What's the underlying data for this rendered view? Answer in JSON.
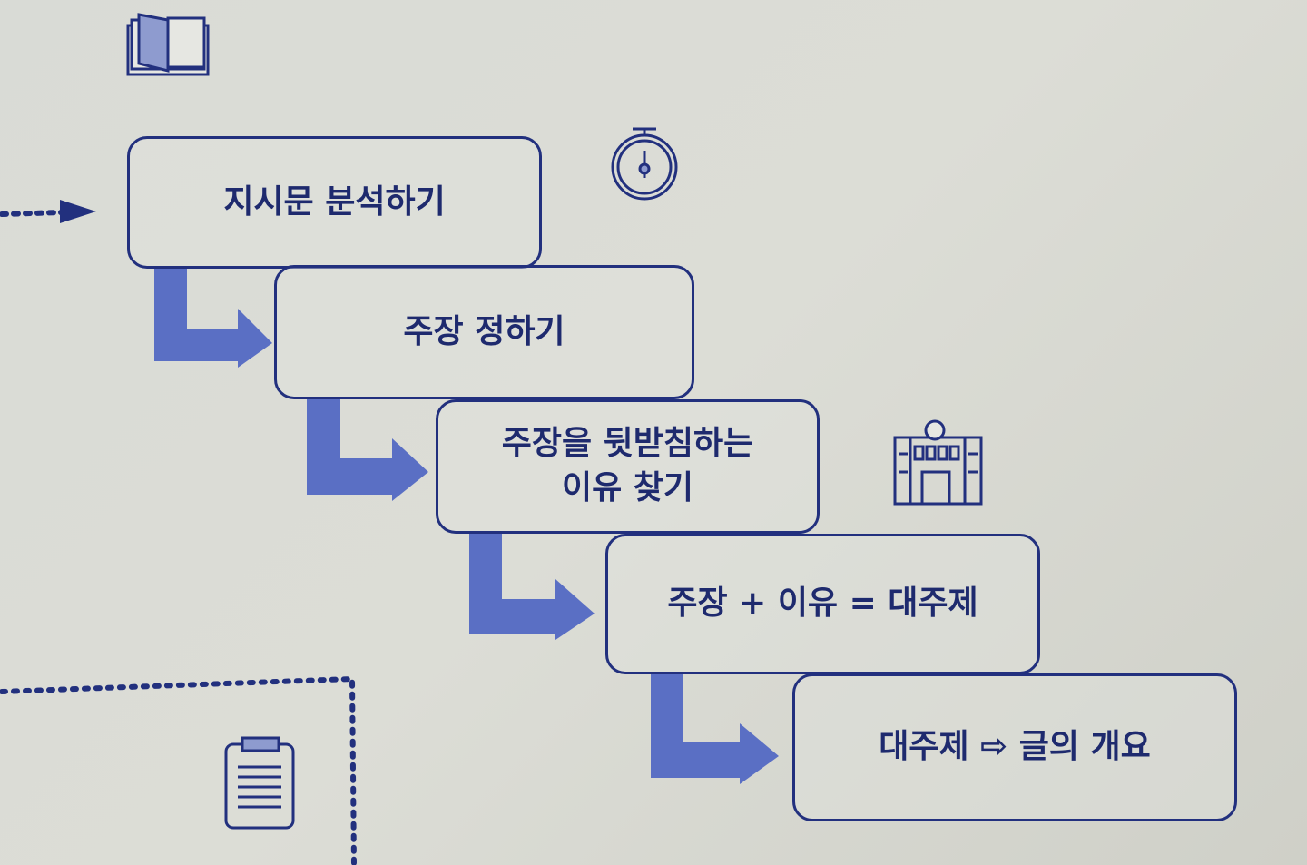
{
  "steps": [
    {
      "label": "지시문 분석하기"
    },
    {
      "label": "주장 정하기"
    },
    {
      "label_line1": "주장을 뒷받침하는",
      "label_line2": "이유 찾기"
    },
    {
      "label": "주장 + 이유 = 대주제"
    },
    {
      "label": "대주제 ⇨ 글의 개요"
    }
  ],
  "colors": {
    "border": "#22307e",
    "arrow": "#5a6fc4",
    "background": "#d9dbd6"
  },
  "icons": [
    "book-icon",
    "stopwatch-icon",
    "building-icon",
    "clipboard-icon"
  ]
}
